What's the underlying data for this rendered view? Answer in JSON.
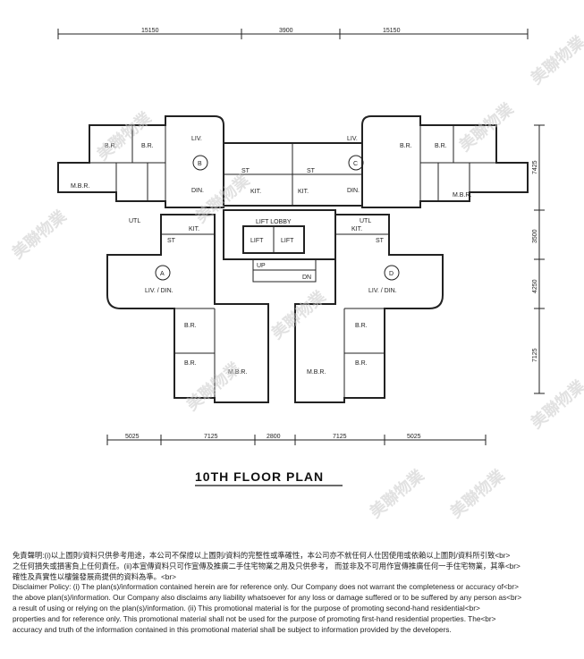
{
  "plan": {
    "title": "10TH FLOOR PLAN",
    "dims_top": [
      "15150",
      "3900",
      "15150"
    ],
    "dims_bottom": [
      "5025",
      "7125",
      "2800",
      "7125",
      "5025"
    ],
    "dims_right": [
      "7425",
      "3500",
      "4250",
      "7125"
    ],
    "labels": {
      "br": "B.R.",
      "mbr": "M.B.R.",
      "liv": "LIV.",
      "din": "DIN.",
      "liv_din": "LIV. / DIN.",
      "kit": "KIT.",
      "st": "ST",
      "utl": "UTL",
      "lift": "LIFT",
      "lift_lobby": "LIFT LOBBY",
      "up": "UP",
      "dn": "DN",
      "unit_a": "A",
      "unit_b": "B",
      "unit_c": "C",
      "unit_d": "D"
    },
    "watermark": "美聯物業"
  },
  "disclaimer": {
    "lines": [
      "免責聲明:(i)以上圖則/資料只供參考用途，本公司不保證以上圖則/資料的完整性或準確性，本公司亦不就任何人仕因使用或依賴以上圖則/資料所引致<br>",
      "之任何損失或損害負上任何責任。(ii)本宣傳資料只可作宣傳及推廣二手住宅物業之用及只供參考， 而並非及不可用作宣傳推廣任何一手住宅物業，其準<br>",
      "確性及真實性以樓盤發展商提供的資料為準。<br>",
      "Disclaimer Policy: (i) The plan(s)/information contained herein are for reference only. Our Company does not warrant the completeness or accuracy of<br>",
      "the above plan(s)/information. Our Company also disclaims any liability whatsoever for any loss or damage suffered or to be suffered by any person as<br>",
      "a result of using or relying on the plan(s)/information. (ii) This promotional material is for the purpose of promoting second-hand residential<br>",
      "properties and for reference only. This promotional material shall not be used for the purpose of promoting first-hand residential properties. The<br>",
      "accuracy and truth of the information contained in this promotional material shall be subject to information provided by the developers."
    ]
  }
}
